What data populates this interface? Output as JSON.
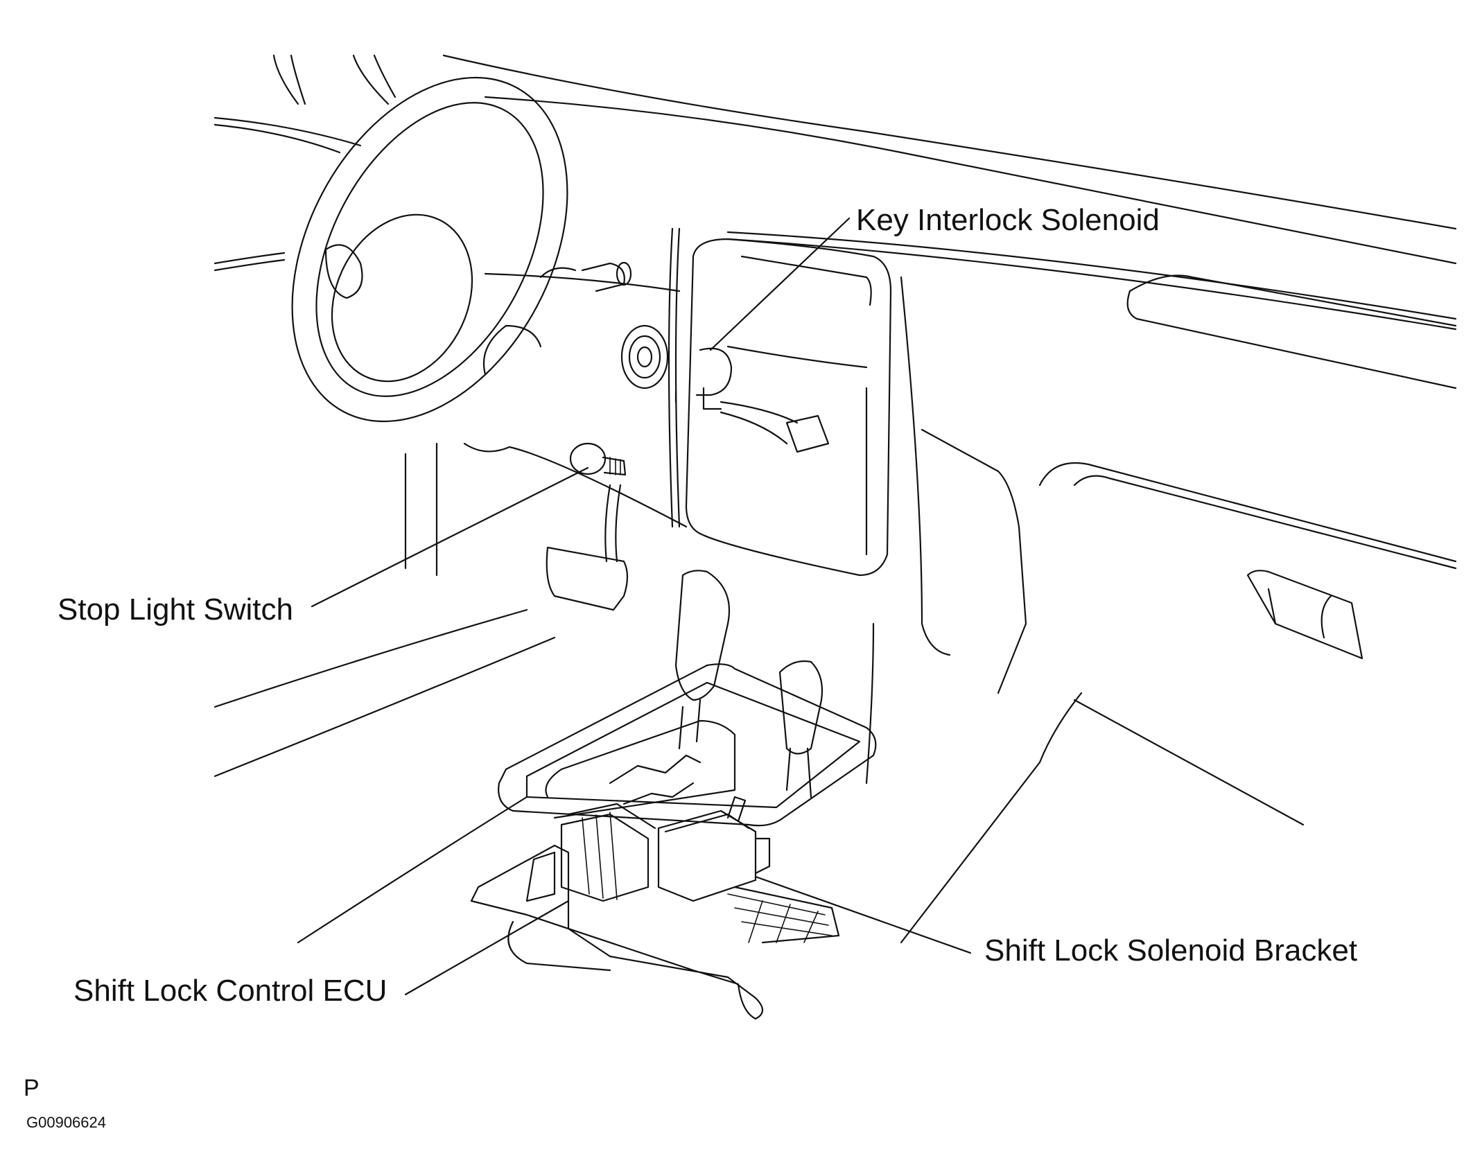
{
  "labels": {
    "key_interlock_solenoid": "Key Interlock Solenoid",
    "stop_light_switch": "Stop Light Switch",
    "shift_lock_control_ecu": "Shift Lock Control ECU",
    "shift_lock_solenoid_bracket": "Shift Lock Solenoid Bracket"
  },
  "footer": {
    "mark": "P",
    "figure_code": "G00906624"
  },
  "colors": {
    "ink": "#111111",
    "background": "#ffffff"
  }
}
